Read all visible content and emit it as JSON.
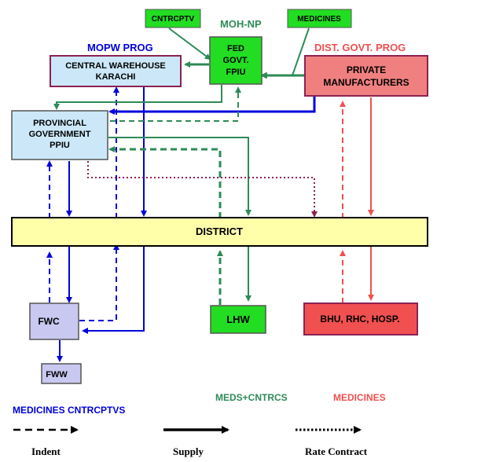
{
  "boxes": {
    "cntrcptv": "CNTRCPTV",
    "medicines_top": "MEDICINES",
    "fed_line1": "FED",
    "fed_line2": "GOVT.",
    "fed_line3": "FPIU",
    "cw_line1": "CENTRAL WAREHOUSE",
    "cw_line2": "KARACHI",
    "pm_line1": "PRIVATE",
    "pm_line2": "MANUFACTURERS",
    "pg_line1": "PROVINCIAL",
    "pg_line2": "GOVERNMENT",
    "pg_line3": "PPIU",
    "district": "DISTRICT",
    "fwc": "FWC",
    "fww": "FWW",
    "lhw": "LHW",
    "bhu": "BHU, RHC, HOSP."
  },
  "headings": {
    "moh_np": "MOH-NP",
    "mopw_prog": "MOPW PROG",
    "dist_govt_prog": "DIST. GOVT. PROG"
  },
  "legend": {
    "medicines_cntrcptvs": "MEDICINES CNTRCPTVS",
    "meds_cntrcs": "MEDS+CNTRCS",
    "medicines": "MEDICINES",
    "indent": "Indent",
    "supply": "Supply",
    "rate_contract": "Rate Contract"
  },
  "colors": {
    "blue": "#0000dd",
    "green": "#2e8b57",
    "red": "#f05050",
    "maroon": "#8b2252",
    "box_lightblue": "#cce8f8",
    "box_green": "#22dd22",
    "box_pink": "#f08080",
    "box_yellow": "#ffffaa",
    "box_lavender": "#c8c8f0",
    "box_red": "#f05050"
  }
}
